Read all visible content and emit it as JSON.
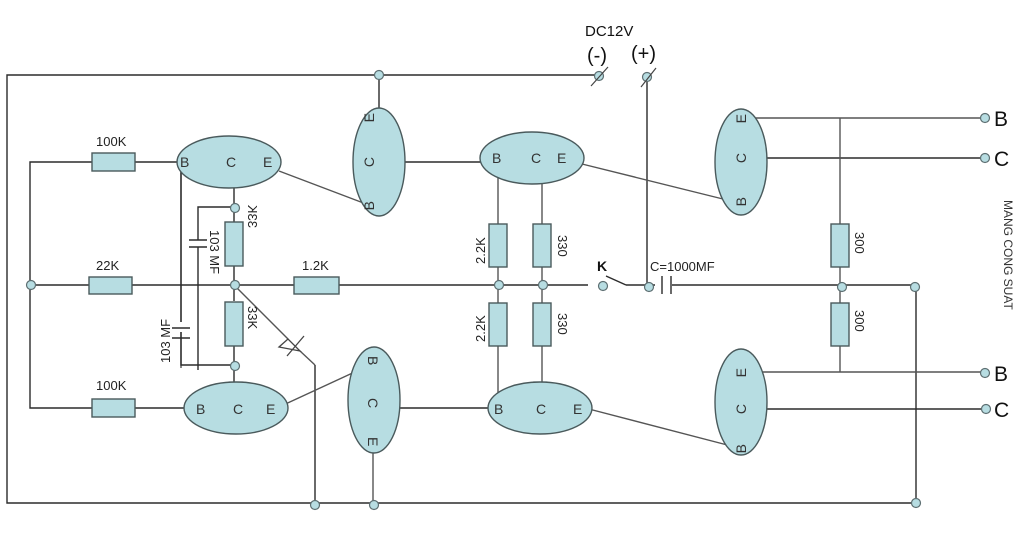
{
  "title": "Inverter circuit diagram",
  "power": {
    "label": "DC12V",
    "negative": "(-)",
    "positive": "(+)"
  },
  "side_label": "MANG CONG SUAT",
  "switch_label": "K",
  "capacitor_main": "C=1000MF",
  "resistors": {
    "r_top_left": "100K",
    "r_mid_left": "22K",
    "r_bot_left": "100K",
    "r_33k_top": "33K",
    "r_33k_bot": "33K",
    "r_1_2k": "1.2K",
    "r_2_2k_top": "2.2K",
    "r_2_2k_bot": "2.2K",
    "r_330_top": "330",
    "r_330_bot": "330",
    "r_300_top": "300",
    "r_300_bot": "300"
  },
  "capacitors": {
    "c_top": "103 MF",
    "c_bot": "103 MF"
  },
  "pins": {
    "b": "B",
    "c": "C",
    "e": "E"
  },
  "outputs": [
    {
      "label": "B"
    },
    {
      "label": "C"
    },
    {
      "label": "B"
    },
    {
      "label": "C"
    }
  ]
}
